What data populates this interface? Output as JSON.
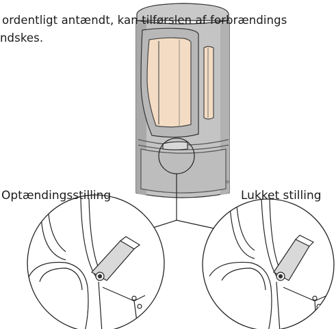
{
  "document": {
    "text_line_1": "ordentligt antændt, kan tilførslen af forbrændings",
    "text_line_2": "ndskes."
  },
  "figure": {
    "label_left": "Optændingsstilling",
    "label_right": "Lukket stilling"
  }
}
